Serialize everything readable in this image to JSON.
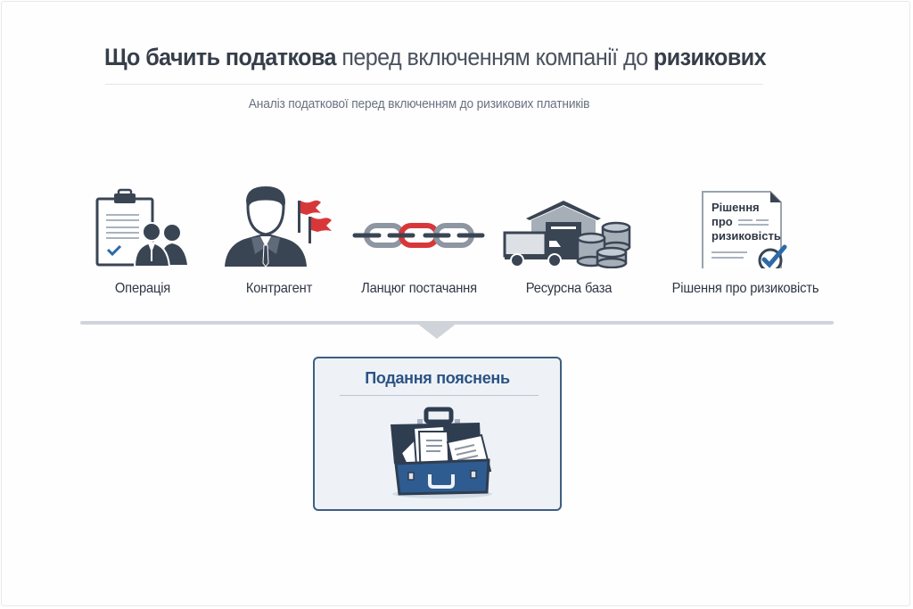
{
  "header": {
    "title_parts": [
      {
        "text": "Що бачить податкова",
        "weight": "bold"
      },
      {
        "text": " перед включенням компанії до ",
        "weight": "regular"
      },
      {
        "text": "ризикових",
        "weight": "bold"
      }
    ],
    "subtitle": "Аналіз податкової перед включенням до ризикових платників"
  },
  "steps": [
    {
      "label": "Операція",
      "icon": "clipboard-people-icon"
    },
    {
      "label": "Контрагент",
      "icon": "businessman-flags-icon"
    },
    {
      "label": "Ланцюг постачання",
      "icon": "chain-icon"
    },
    {
      "label": "Ресурсна база",
      "icon": "warehouse-truck-coins-icon"
    },
    {
      "label": "Рішення про ризиковість",
      "icon": "decision-document-check-icon"
    }
  ],
  "decision_doc": {
    "line1": "Рішення",
    "line2": "про",
    "line3": "ризиковість"
  },
  "result_card": {
    "title": "Подання пояснень",
    "icon": "briefcase-documents-icon"
  },
  "colors": {
    "dark_icon": "#3a4554",
    "accent_red": "#d8373a",
    "accent_blue": "#2c5384",
    "divider": "#cfd4db"
  }
}
